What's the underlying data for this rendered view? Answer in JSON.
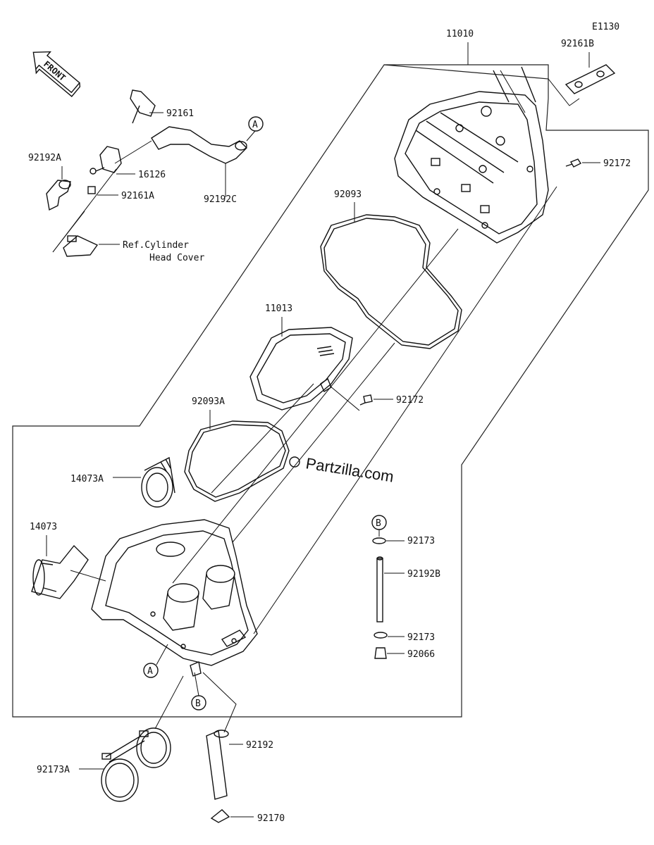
{
  "diagram": {
    "code": "E1130",
    "front_label": "FRONT",
    "watermark": "Partzilla.com",
    "copyright": "©",
    "reference": {
      "line1": "Ref.Cylinder",
      "line2": "Head Cover"
    },
    "callouts": {
      "A": "A",
      "B": "B"
    },
    "parts": {
      "p11010": "11010",
      "p92161B": "92161B",
      "p92161": "92161",
      "p92192A": "92192A",
      "p16126": "16126",
      "p92161A": "92161A",
      "p92192C": "92192C",
      "p92172a": "92172",
      "p92093": "92093",
      "p11013": "11013",
      "p92172b": "92172",
      "p92093A": "92093A",
      "p14073A": "14073A",
      "p14073": "14073",
      "p92173a": "92173",
      "p92192B": "92192B",
      "p92173b": "92173",
      "p92066": "92066",
      "p92192": "92192",
      "p92173A": "92173A",
      "p92170": "92170"
    }
  }
}
